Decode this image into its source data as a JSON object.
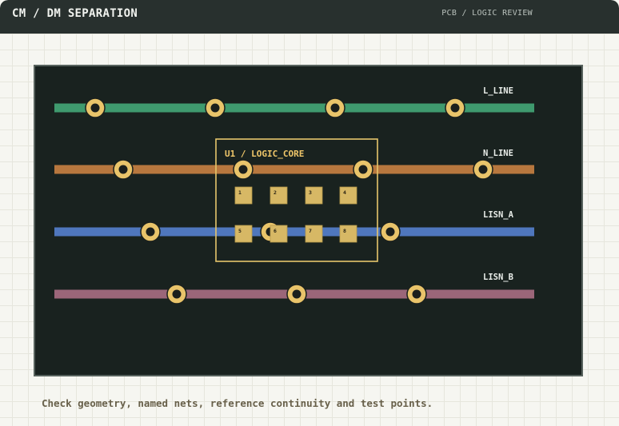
{
  "header": {
    "title": "CM / DM SEPARATION",
    "breadcrumb": "PCB / LOGIC REVIEW"
  },
  "colors": {
    "l_line": "#3f9a6e",
    "n_line": "#b7773e",
    "lisn_a": "#4f77bd",
    "lisn_b": "#9b6679",
    "pad_ring": "#e9c46a",
    "component_outline": "#e6c66b",
    "component_label": "#f0c76a",
    "pin_fill": "#d7b865",
    "board_bg": "#19221f",
    "net_label": "#e8ece8"
  },
  "nets": [
    {
      "name": "L_LINE",
      "color_key": "l_line",
      "test_points": 4
    },
    {
      "name": "N_LINE",
      "color_key": "n_line",
      "test_points": 4
    },
    {
      "name": "LISN_A",
      "color_key": "lisn_a",
      "test_points": 3
    },
    {
      "name": "LISN_B",
      "color_key": "lisn_b",
      "test_points": 3
    }
  ],
  "component": {
    "label": "U1 / LOGIC_CORE",
    "pins": [
      "1",
      "2",
      "3",
      "4",
      "5",
      "6",
      "7",
      "8"
    ]
  },
  "footer": {
    "note": "Check geometry, named nets, reference continuity and test points."
  }
}
